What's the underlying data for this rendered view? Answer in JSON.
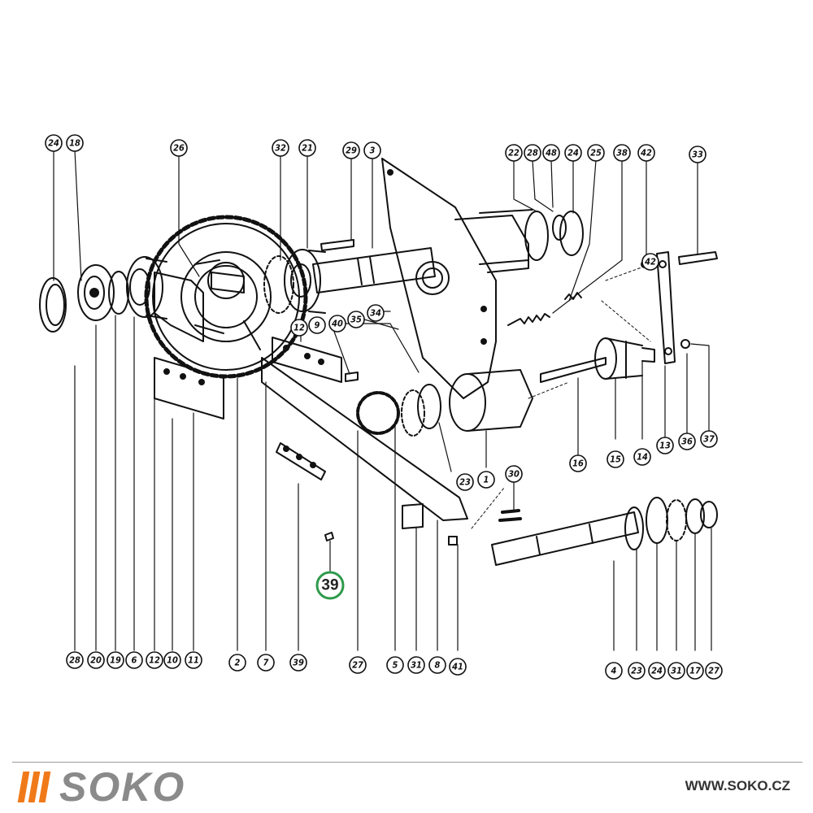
{
  "parts": [
    "24",
    "18",
    "26",
    "32",
    "21",
    "29",
    "3",
    "22",
    "28",
    "48",
    "24",
    "25",
    "38",
    "42",
    "33",
    "9",
    "12",
    "40",
    "35",
    "34",
    "30",
    "42",
    "36",
    "37",
    "16",
    "15",
    "14",
    "13",
    "23",
    "1",
    "28",
    "20",
    "19",
    "6",
    "12",
    "10",
    "11",
    "2",
    "7",
    "39",
    "27",
    "5",
    "31",
    "8",
    "41",
    "4",
    "23",
    "24",
    "31",
    "17",
    "27"
  ],
  "callout": "39",
  "footer": {
    "brand": "SOKO",
    "website": "WWW.SOKO.CZ"
  },
  "colors": {
    "brand_orange": "#f07a1a",
    "brand_gray": "#8a8a8a",
    "callout_green": "#2e9a4a"
  }
}
